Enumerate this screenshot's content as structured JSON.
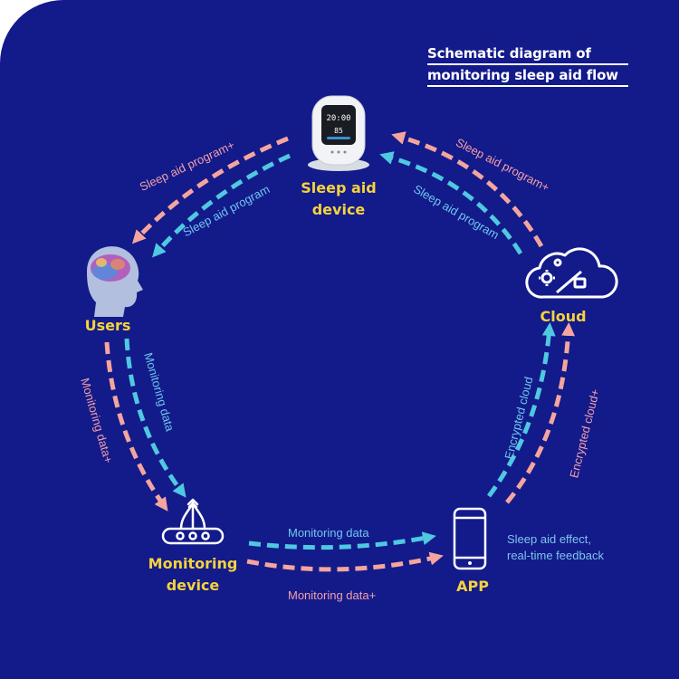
{
  "title": {
    "line1": "Schematic diagram of",
    "line2": "monitoring sleep aid flow"
  },
  "nodes": {
    "sleep_aid_device": {
      "label_line1": "Sleep aid",
      "label_line2": "device",
      "screen_time": "20:00",
      "screen_value": "85"
    },
    "users": {
      "label": "Users"
    },
    "cloud": {
      "label": "Cloud"
    },
    "monitoring_device": {
      "label_line1": "Monitoring",
      "label_line2": "device"
    },
    "app": {
      "label": "APP"
    }
  },
  "flows": {
    "device_to_users_plus": "Sleep aid program+",
    "device_to_users": "Sleep aid program",
    "cloud_to_device_plus": "Sleep aid program+",
    "cloud_to_device": "Sleep aid program",
    "users_to_monitor": "Monitoring data",
    "users_to_monitor_plus": "Monitoring data+",
    "monitor_to_app": "Monitoring data",
    "monitor_to_app_plus": "Monitoring data+",
    "app_to_cloud": "Encrypted cloud",
    "app_to_cloud_plus": "Encrypted cloud+",
    "app_feedback_line1": "Sleep aid effect,",
    "app_feedback_line2": "real-time feedback"
  },
  "colors": {
    "background": "#131a8a",
    "pink_arrow": "#f4a59e",
    "blue_arrow": "#4fc8e0",
    "label_yellow": "#f6d33c"
  }
}
